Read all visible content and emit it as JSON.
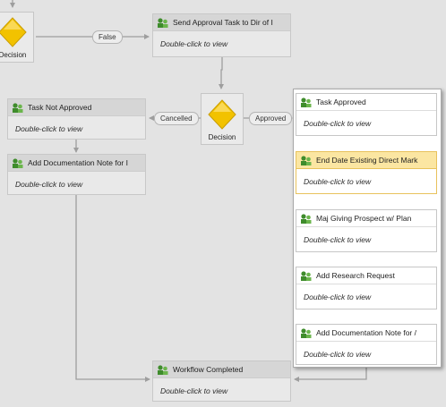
{
  "activities": {
    "send_approval": {
      "title": "Send Approval Task to Dir of I",
      "body": "Double-click to view"
    },
    "task_not_approved": {
      "title": "Task Not Approved",
      "body": "Double-click to view"
    },
    "add_doc_note_left": {
      "title": "Add Documentation Note for I",
      "body": "Double-click to view"
    },
    "task_approved": {
      "title": "Task Approved",
      "body": "Double-click to view"
    },
    "end_date": {
      "title": "End Date Existing Direct Mark",
      "body": "Double-click to view"
    },
    "maj_giving": {
      "title": "Maj Giving Prospect w/ Plan",
      "body": "Double-click to view"
    },
    "add_research": {
      "title": "Add Research Request",
      "body": "Double-click to view"
    },
    "add_doc_note_right": {
      "title": "Add Documentation Note for /",
      "body": "Double-click to view"
    },
    "workflow_completed": {
      "title": "Workflow Completed",
      "body": "Double-click to view"
    }
  },
  "decisions": {
    "top": {
      "label": "Decision"
    },
    "mid": {
      "label": "Decision"
    }
  },
  "branch_labels": {
    "false": "False",
    "cancelled": "Cancelled",
    "approved": "Approved"
  },
  "colors": {
    "canvas": "#e3e3e3",
    "selected_header": "#fbe6a2",
    "diamond": "#f2c200",
    "connector": "#9e9e9e"
  },
  "icons": [
    "activity-icon",
    "decision-diamond-icon"
  ]
}
